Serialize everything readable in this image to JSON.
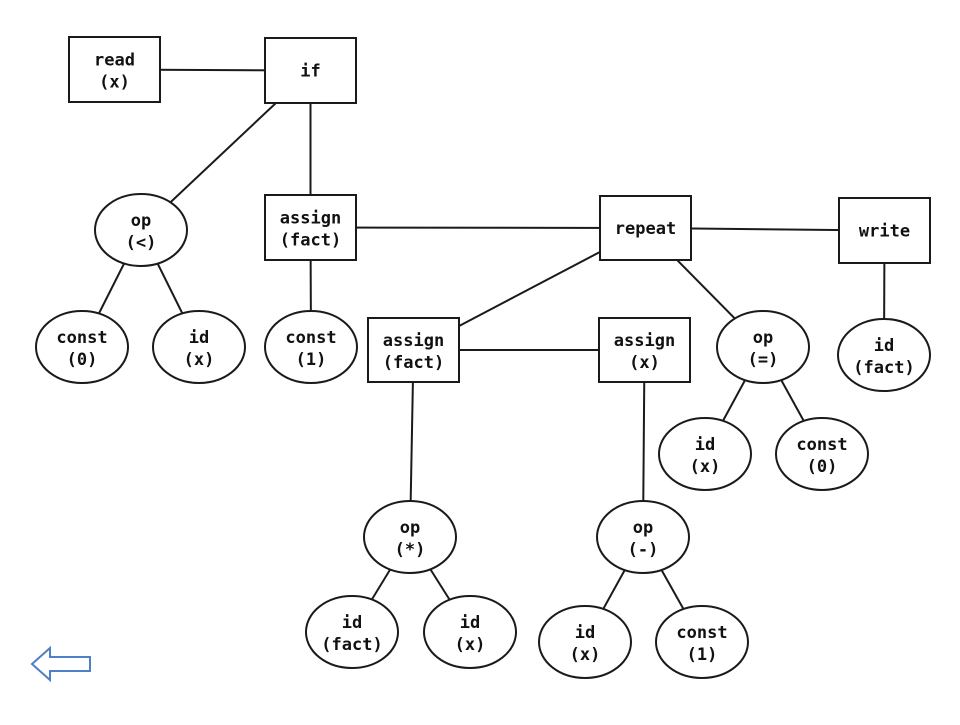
{
  "diagram": {
    "nodes": [
      {
        "id": "read",
        "shape": "box",
        "line1": "read",
        "line2": "(x)"
      },
      {
        "id": "if",
        "shape": "box",
        "line1": "if",
        "line2": ""
      },
      {
        "id": "op_lt",
        "shape": "oval",
        "line1": "op",
        "line2": "(<)"
      },
      {
        "id": "const0_a",
        "shape": "oval",
        "line1": "const",
        "line2": "(0)"
      },
      {
        "id": "id_x_a",
        "shape": "oval",
        "line1": "id",
        "line2": "(x)"
      },
      {
        "id": "assign_fact_1",
        "shape": "box",
        "line1": "assign",
        "line2": "(fact)"
      },
      {
        "id": "const1_a",
        "shape": "oval",
        "line1": "const",
        "line2": "(1)"
      },
      {
        "id": "repeat",
        "shape": "box",
        "line1": "repeat",
        "line2": ""
      },
      {
        "id": "write",
        "shape": "box",
        "line1": "write",
        "line2": ""
      },
      {
        "id": "id_fact_w",
        "shape": "oval",
        "line1": "id",
        "line2": "(fact)"
      },
      {
        "id": "assign_fact_2",
        "shape": "box",
        "line1": "assign",
        "line2": "(fact)"
      },
      {
        "id": "assign_x",
        "shape": "box",
        "line1": "assign",
        "line2": "(x)"
      },
      {
        "id": "op_eq",
        "shape": "oval",
        "line1": "op",
        "line2": "(=)"
      },
      {
        "id": "id_x_b",
        "shape": "oval",
        "line1": "id",
        "line2": "(x)"
      },
      {
        "id": "const0_b",
        "shape": "oval",
        "line1": "const",
        "line2": "(0)"
      },
      {
        "id": "op_mul",
        "shape": "oval",
        "line1": "op",
        "line2": "(*)"
      },
      {
        "id": "id_fact_m",
        "shape": "oval",
        "line1": "id",
        "line2": "(fact)"
      },
      {
        "id": "id_x_m",
        "shape": "oval",
        "line1": "id",
        "line2": "(x)"
      },
      {
        "id": "op_minus",
        "shape": "oval",
        "line1": "op",
        "line2": "(-)"
      },
      {
        "id": "id_x_s",
        "shape": "oval",
        "line1": "id",
        "line2": "(x)"
      },
      {
        "id": "const1_s",
        "shape": "oval",
        "line1": "const",
        "line2": "(1)"
      }
    ],
    "edges": [
      [
        "read",
        "if"
      ],
      [
        "if",
        "op_lt"
      ],
      [
        "if",
        "assign_fact_1"
      ],
      [
        "op_lt",
        "const0_a"
      ],
      [
        "op_lt",
        "id_x_a"
      ],
      [
        "assign_fact_1",
        "const1_a"
      ],
      [
        "assign_fact_1",
        "repeat"
      ],
      [
        "repeat",
        "write"
      ],
      [
        "repeat",
        "assign_fact_2"
      ],
      [
        "repeat",
        "op_eq"
      ],
      [
        "write",
        "id_fact_w"
      ],
      [
        "assign_fact_2",
        "assign_x"
      ],
      [
        "assign_fact_2",
        "op_mul"
      ],
      [
        "assign_x",
        "op_minus"
      ],
      [
        "op_eq",
        "id_x_b"
      ],
      [
        "op_eq",
        "const0_b"
      ],
      [
        "op_mul",
        "id_fact_m"
      ],
      [
        "op_mul",
        "id_x_m"
      ],
      [
        "op_minus",
        "id_x_s"
      ],
      [
        "op_minus",
        "const1_s"
      ]
    ]
  },
  "nav": {
    "back_icon": "left-arrow-icon",
    "back_color": "#4f7fc4"
  }
}
